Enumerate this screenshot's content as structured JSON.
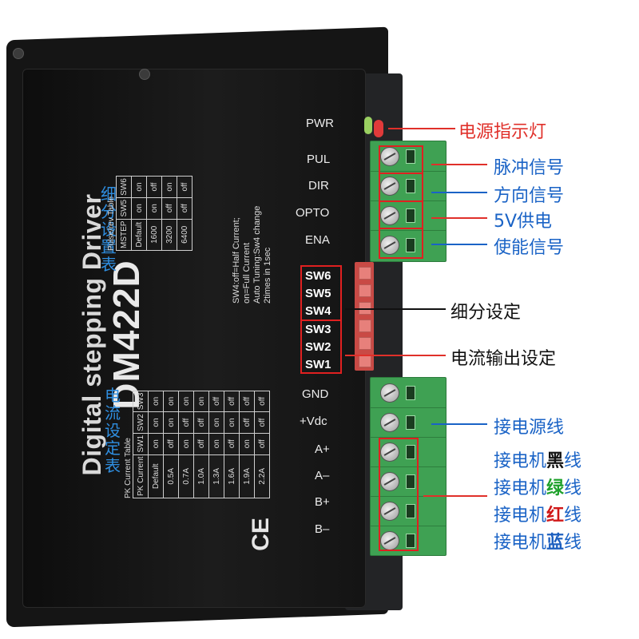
{
  "device": {
    "title": "Digital stepping Driver",
    "model": "DM422D",
    "ce_mark": "CE",
    "pulse_table_caption": "Pulse/rev Table",
    "pulse_table_zh": "细分设置表",
    "current_table_caption": "PK Current Table",
    "current_table_zh": "电流设定表",
    "note_lines": [
      "SW4:off=Half Current;",
      "on=Full Current",
      "Auto Tuning:Sw4 change",
      "2times in 1sec"
    ]
  },
  "pulse_table": {
    "headers": [
      "MSTEP",
      "SW5",
      "SW6"
    ],
    "rows": [
      [
        "Default",
        "on",
        "on"
      ],
      [
        "1600",
        "on",
        "off"
      ],
      [
        "3200",
        "off",
        "on"
      ],
      [
        "6400",
        "off",
        "off"
      ]
    ]
  },
  "current_table": {
    "headers": [
      "PK Current",
      "SW1",
      "SW2",
      "SW3"
    ],
    "rows": [
      [
        "Default",
        "on",
        "on",
        "on"
      ],
      [
        "0.5A",
        "off",
        "on",
        "on"
      ],
      [
        "0.7A",
        "on",
        "off",
        "on"
      ],
      [
        "1.0A",
        "off",
        "off",
        "on"
      ],
      [
        "1.3A",
        "on",
        "on",
        "off"
      ],
      [
        "1.6A",
        "off",
        "on",
        "off"
      ],
      [
        "1.9A",
        "on",
        "off",
        "off"
      ],
      [
        "2.2A",
        "off",
        "off",
        "off"
      ]
    ]
  },
  "face_labels": {
    "pwr": "PWR",
    "signal": [
      "PUL",
      "DIR",
      "OPTO",
      "ENA"
    ],
    "switches_a": [
      "SW6",
      "SW5",
      "SW4"
    ],
    "switches_b": [
      "SW3",
      "SW2",
      "SW1"
    ],
    "power": [
      "GND",
      "+Vdc",
      "A+",
      "A–",
      "B+",
      "B–"
    ]
  },
  "callouts": {
    "power_led": "电源指示灯",
    "pul": "脉冲信号",
    "dir": "方向信号",
    "opto": "5V供电",
    "ena": "使能信号",
    "microstep": "细分设定",
    "current": "电流输出设定",
    "power_line": "接电源线",
    "motor_prefix": "接电机",
    "motor_suffix": "线",
    "motor_black": "黑",
    "motor_green": "绿",
    "motor_red": "红",
    "motor_blue": "蓝"
  },
  "colors": {
    "callout_red": "#e0302a",
    "callout_blue": "#1a63c6",
    "terminal_green": "#3fa153",
    "highlight_box": "#e02020",
    "table_zh_blue": "#2f8ee0"
  }
}
